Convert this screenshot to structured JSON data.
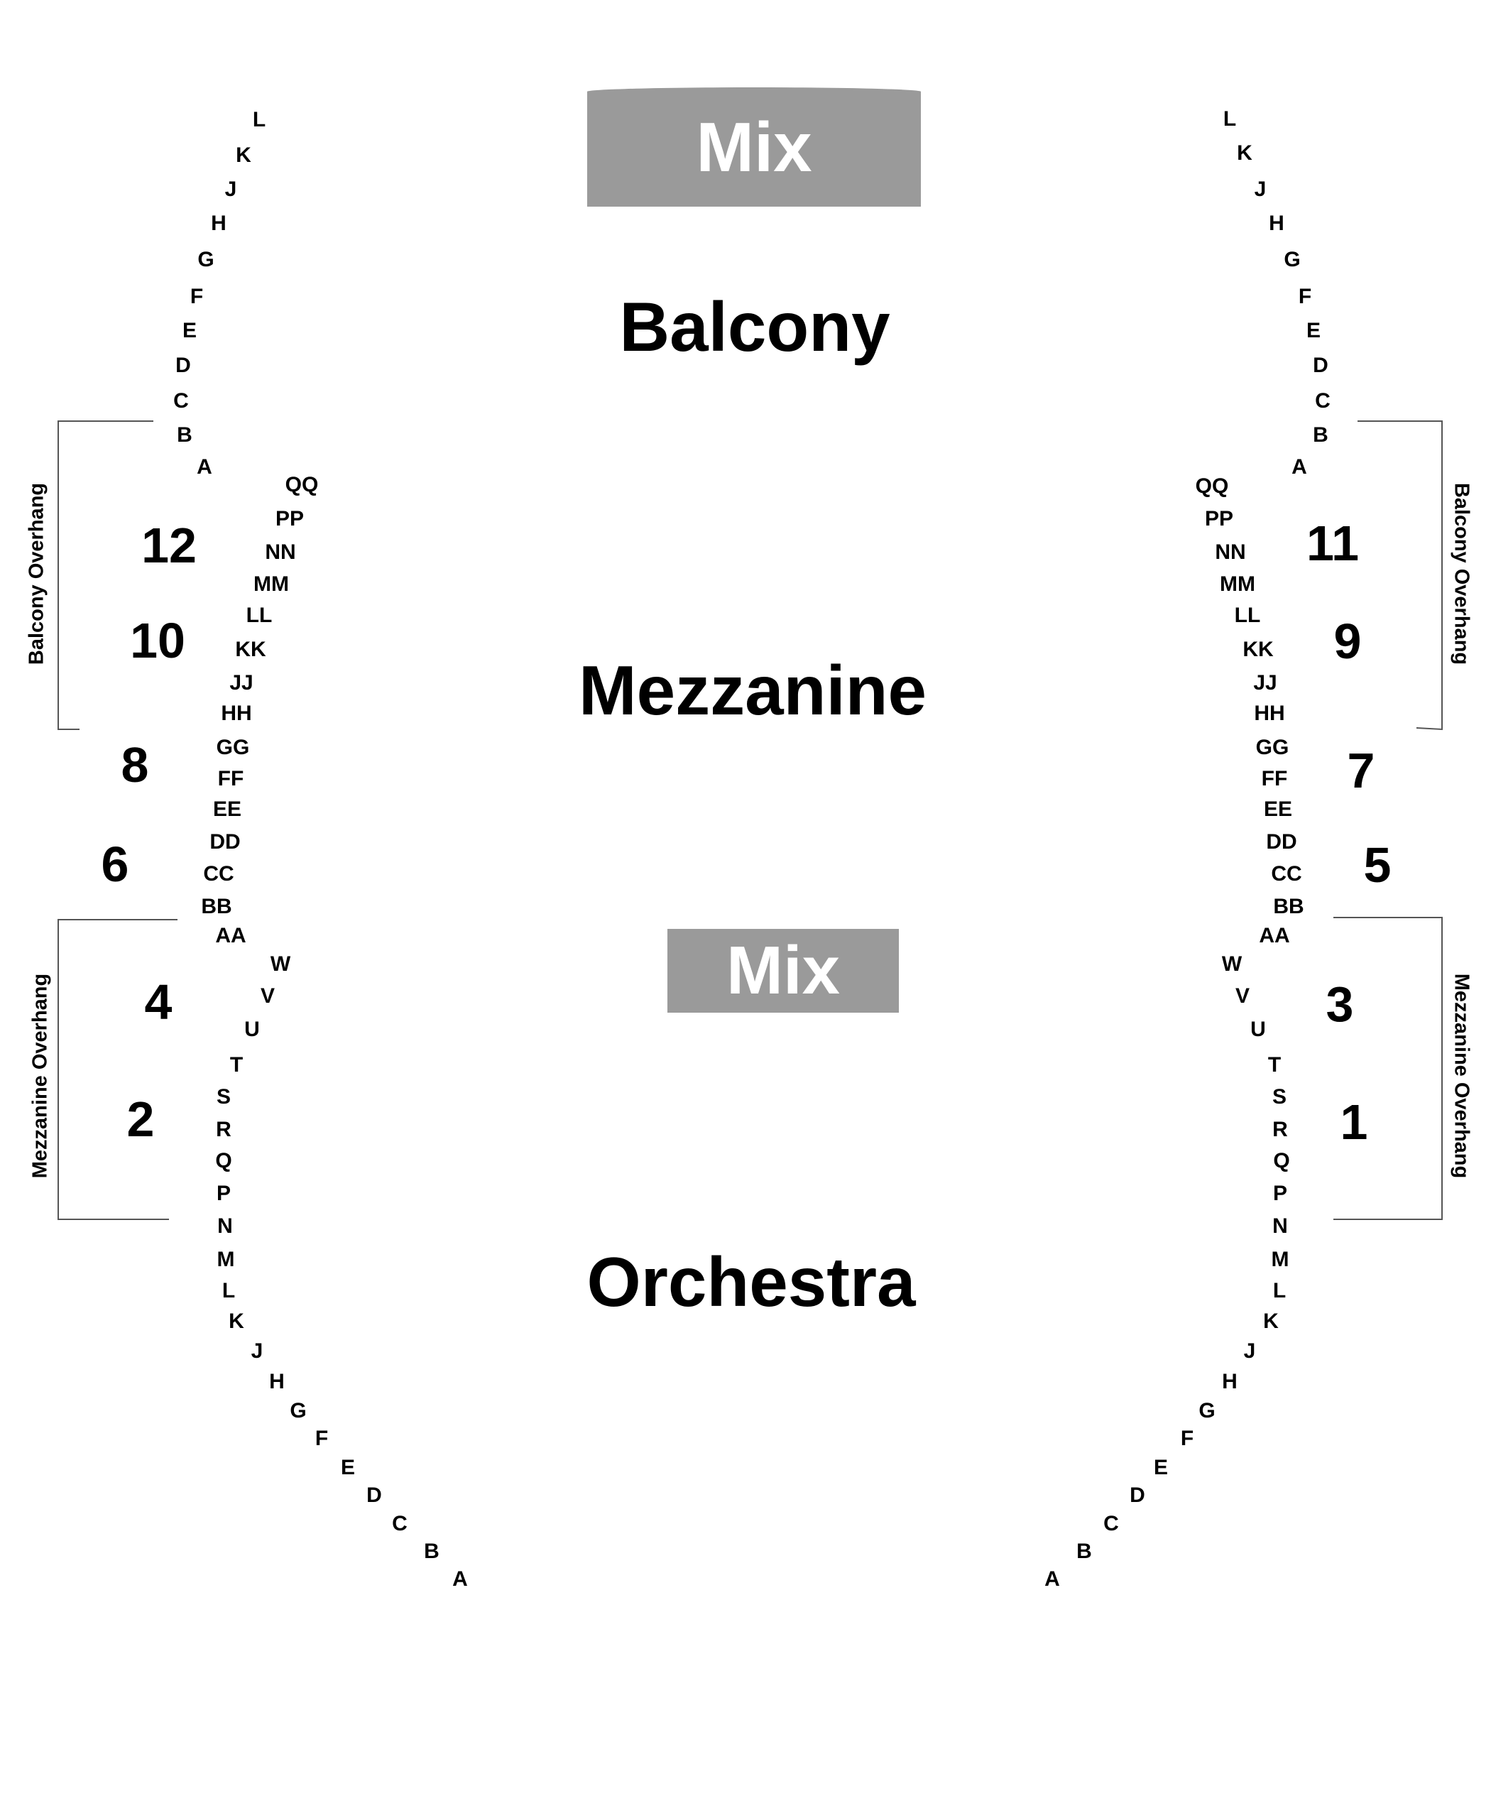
{
  "sections": {
    "balcony": "Balcony",
    "mezzanine": "Mezzanine",
    "orchestra": "Orchestra"
  },
  "mix_booths": {
    "upper": "Mix",
    "middle": "Mix"
  },
  "overhangs": {
    "balcony_left": "Balcony Overhang",
    "balcony_right": "Balcony Overhang",
    "mezzanine_left": "Mezzanine Overhang",
    "mezzanine_right": "Mezzanine Overhang"
  },
  "speaker_numbers": [
    "1",
    "2",
    "3",
    "4",
    "5",
    "6",
    "7",
    "8",
    "9",
    "10",
    "11",
    "12"
  ],
  "rows": {
    "balcony": [
      "L",
      "K",
      "J",
      "H",
      "G",
      "F",
      "E",
      "D",
      "C",
      "B",
      "A"
    ],
    "mezzanine": [
      "QQ",
      "PP",
      "NN",
      "MM",
      "LL",
      "KK",
      "JJ",
      "HH",
      "GG",
      "FF",
      "EE",
      "DD",
      "CC",
      "BB",
      "AA"
    ],
    "orchestra": [
      "W",
      "V",
      "U",
      "T",
      "S",
      "R",
      "Q",
      "P",
      "N",
      "M",
      "L",
      "K",
      "J",
      "H",
      "G",
      "F",
      "E",
      "D",
      "C",
      "B",
      "A"
    ]
  },
  "colors": {
    "mix_booth_fill": "#9a9a9a",
    "bracket_line": "#555555"
  }
}
